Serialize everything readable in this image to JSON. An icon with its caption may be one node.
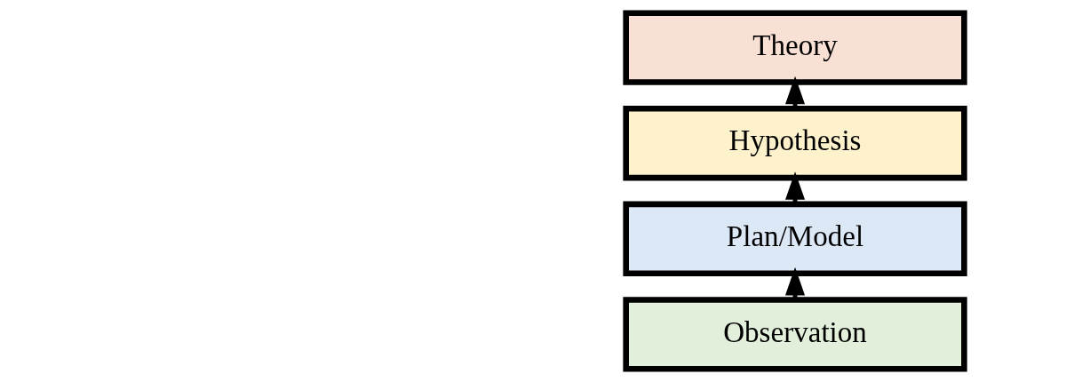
{
  "diagram": {
    "nodes": [
      {
        "text": [
          "Observation"
        ]
      },
      {
        "text": [
          "Plan/Model"
        ]
      },
      {
        "text": [
          "Hypothesis"
        ]
      },
      {
        "text": [
          "Theory"
        ]
      }
    ],
    "edges": [
      {
        "from": 0,
        "to": 1,
        "arrow": "to"
      },
      {
        "from": 1,
        "to": 2,
        "arrow": "to"
      },
      {
        "from": 2,
        "to": 3,
        "arrow": "to"
      }
    ]
  }
}
